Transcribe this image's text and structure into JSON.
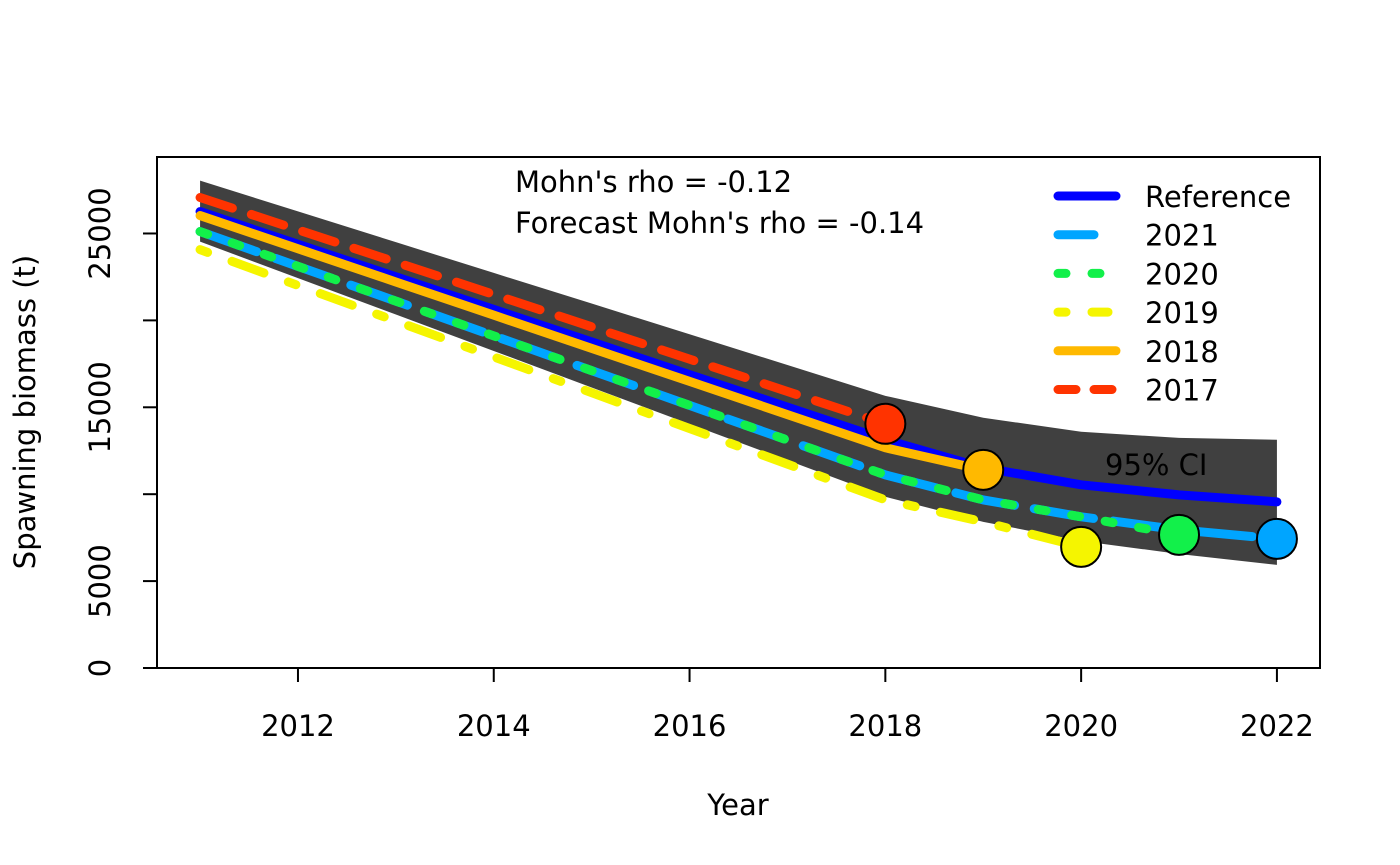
{
  "chart_data": {
    "type": "line",
    "xlabel": "Year",
    "ylabel": "Spawning biomass (t)",
    "xlim": [
      2011,
      2022
    ],
    "ylim": [
      0,
      29400
    ],
    "x_ticks": [
      2012,
      2014,
      2016,
      2018,
      2020,
      2022
    ],
    "y_ticks": [
      0,
      5000,
      10000,
      15000,
      20000,
      25000
    ],
    "y_tick_labels": [
      "0",
      "5000",
      "",
      "15000",
      "",
      "25000"
    ],
    "annotations": {
      "rho": "Mohn's rho = -0.12",
      "forecast_rho": "Forecast Mohn's rho = -0.14",
      "ci_label": "95% CI"
    },
    "ci": {
      "x": [
        2011,
        2012,
        2013,
        2014,
        2015,
        2016,
        2017,
        2018,
        2019,
        2020,
        2021,
        2022
      ],
      "upper": [
        28040,
        26270,
        24500,
        22730,
        20970,
        19200,
        17430,
        15660,
        14400,
        13590,
        13240,
        13130
      ],
      "lower": [
        24530,
        22430,
        20340,
        18240,
        16140,
        14040,
        11950,
        9850,
        8410,
        7310,
        6560,
        5930
      ],
      "color": "#404040"
    },
    "legend_position": "top-right",
    "series": [
      {
        "name": "Reference",
        "color": "#0000FF",
        "dash": "solid",
        "start": 2011,
        "values": [
          26260,
          24380,
          22510,
          20630,
          18760,
          16880,
          15010,
          13130,
          11520,
          10540,
          9960,
          9560
        ]
      },
      {
        "name": "2021",
        "color": "#00A5FF",
        "dash": "long",
        "start": 2011,
        "endpoint": true,
        "values": [
          25110,
          23110,
          21110,
          19110,
          17110,
          15110,
          13110,
          11110,
          9670,
          8700,
          7950,
          7430
        ]
      },
      {
        "name": "2020",
        "color": "#12F04A",
        "dash": "dotted",
        "start": 2011,
        "endpoint": true,
        "values": [
          25110,
          23110,
          21110,
          19110,
          17110,
          15110,
          13110,
          11110,
          9670,
          8700,
          7660
        ]
      },
      {
        "name": "2019",
        "color": "#F5F500",
        "dash": "dotdash",
        "start": 2011,
        "endpoint": true,
        "values": [
          24070,
          22010,
          19960,
          17900,
          15840,
          13780,
          11730,
          9670,
          8410,
          6970
        ]
      },
      {
        "name": "2018",
        "color": "#FFB900",
        "dash": "solid",
        "start": 2011,
        "endpoint": true,
        "values": [
          26030,
          24120,
          22210,
          20300,
          18390,
          16490,
          14580,
          12670,
          11400
        ]
      },
      {
        "name": "2017",
        "color": "#FF3300",
        "dash": "dashed",
        "start": 2011,
        "endpoint": true,
        "values": [
          27070,
          25210,
          23350,
          21490,
          19630,
          17770,
          15910,
          14050
        ]
      }
    ]
  }
}
